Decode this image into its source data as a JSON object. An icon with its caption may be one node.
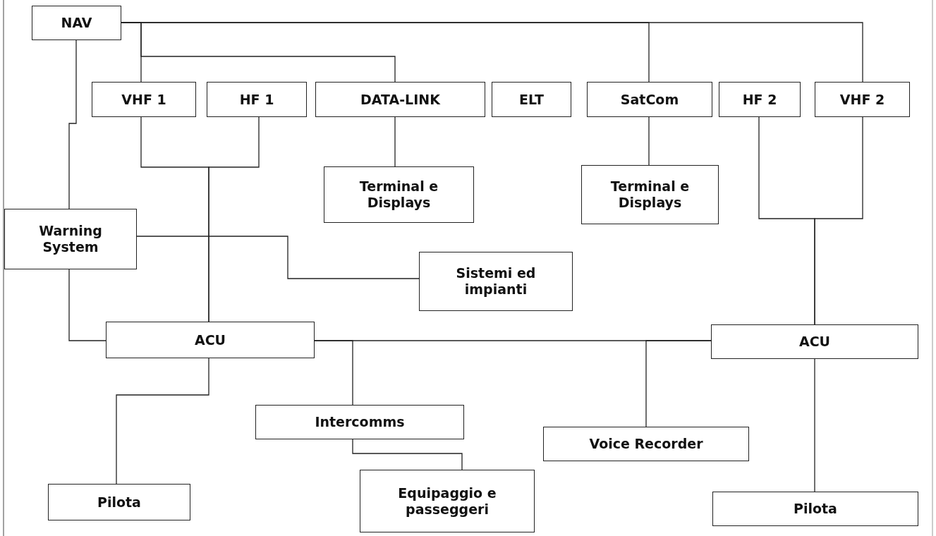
{
  "diagram": {
    "nodes": [
      {
        "text": [
          "NAV"
        ]
      },
      {
        "text": [
          "VHF 1"
        ]
      },
      {
        "text": [
          "HF 1"
        ]
      },
      {
        "text": [
          "DATA-LINK"
        ]
      },
      {
        "text": [
          "ELT"
        ]
      },
      {
        "text": [
          "SatCom"
        ]
      },
      {
        "text": [
          "HF 2"
        ]
      },
      {
        "text": [
          "VHF 2"
        ]
      },
      {
        "text": [
          "Terminal e Displays"
        ]
      },
      {
        "text": [
          "Terminal e Displays"
        ]
      },
      {
        "text": [
          "Warning System"
        ]
      },
      {
        "text": [
          "Sistemi ed impianti"
        ]
      },
      {
        "text": [
          "ACU"
        ]
      },
      {
        "text": [
          "ACU"
        ]
      },
      {
        "text": [
          "Intercomms"
        ]
      },
      {
        "text": [
          "Voice Recorder"
        ]
      },
      {
        "text": [
          "Equipaggio e passeggeri"
        ]
      },
      {
        "text": [
          "Pilota"
        ]
      },
      {
        "text": [
          "Pilota"
        ]
      }
    ],
    "edges": [
      {
        "from": 0,
        "to": 1,
        "arrow": "none"
      },
      {
        "from": 0,
        "to": 3,
        "arrow": "none"
      },
      {
        "from": 0,
        "to": 5,
        "arrow": "none"
      },
      {
        "from": 0,
        "to": 7,
        "arrow": "none"
      },
      {
        "from": 0,
        "to": 10,
        "arrow": "none"
      },
      {
        "from": 1,
        "to": 12,
        "arrow": "none"
      },
      {
        "from": 2,
        "to": 12,
        "arrow": "none"
      },
      {
        "from": 3,
        "to": 8,
        "arrow": "none"
      },
      {
        "from": 5,
        "to": 9,
        "arrow": "none"
      },
      {
        "from": 6,
        "to": 13,
        "arrow": "none"
      },
      {
        "from": 7,
        "to": 13,
        "arrow": "none"
      },
      {
        "from": 10,
        "to": 11,
        "arrow": "none"
      },
      {
        "from": 10,
        "to": 12,
        "arrow": "none"
      },
      {
        "from": 12,
        "to": 13,
        "arrow": "none"
      },
      {
        "from": 12,
        "to": 14,
        "arrow": "none"
      },
      {
        "from": 13,
        "to": 15,
        "arrow": "none"
      },
      {
        "from": 12,
        "to": 17,
        "arrow": "none"
      },
      {
        "from": 14,
        "to": 16,
        "arrow": "none"
      },
      {
        "from": 13,
        "to": 18,
        "arrow": "none"
      }
    ]
  }
}
